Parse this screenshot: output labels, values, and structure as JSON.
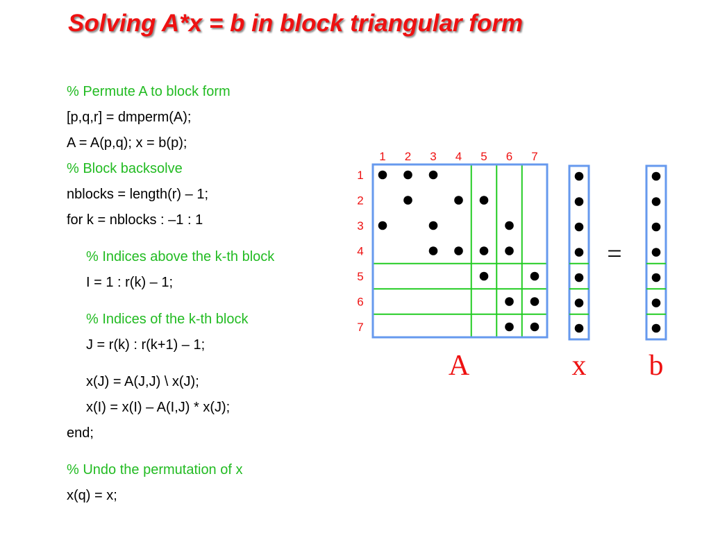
{
  "title": "Solving A*x = b in block triangular form",
  "code": {
    "lines": [
      {
        "text": "% Permute A to block form",
        "comment": true,
        "indent": false,
        "gap": false
      },
      {
        "text": "[p,q,r] = dmperm(A);",
        "comment": false,
        "indent": false,
        "gap": false
      },
      {
        "text": "A = A(p,q);   x = b(p);",
        "comment": false,
        "indent": false,
        "gap": false
      },
      {
        "text": "% Block backsolve",
        "comment": true,
        "indent": false,
        "gap": false
      },
      {
        "text": "nblocks = length(r) – 1;",
        "comment": false,
        "indent": false,
        "gap": false
      },
      {
        "text": "for k = nblocks : –1 : 1",
        "comment": false,
        "indent": false,
        "gap": false
      },
      {
        "text": "% Indices above the k-th block",
        "comment": true,
        "indent": true,
        "gap": true
      },
      {
        "text": "I = 1 : r(k) – 1;",
        "comment": false,
        "indent": true,
        "gap": false
      },
      {
        "text": "% Indices of the k-th block",
        "comment": true,
        "indent": true,
        "gap": true
      },
      {
        "text": "J = r(k) : r(k+1) – 1;",
        "comment": false,
        "indent": true,
        "gap": false
      },
      {
        "text": "x(J) = A(J,J) \\ x(J);",
        "comment": false,
        "indent": true,
        "gap": true
      },
      {
        "text": "x(I) = x(I) – A(I,J) * x(J);",
        "comment": false,
        "indent": true,
        "gap": false
      },
      {
        "text": "end;",
        "comment": false,
        "indent": false,
        "gap": false
      },
      {
        "text": "% Undo the permutation of x",
        "comment": true,
        "indent": false,
        "gap": true
      },
      {
        "text": "x(q) = x;",
        "comment": false,
        "indent": false,
        "gap": false
      }
    ]
  },
  "matrix": {
    "n": 7,
    "col_labels": [
      "1",
      "2",
      "3",
      "4",
      "5",
      "6",
      "7"
    ],
    "row_labels": [
      "1",
      "2",
      "3",
      "4",
      "5",
      "6",
      "7"
    ],
    "nonzeros": [
      [
        1,
        1
      ],
      [
        1,
        2
      ],
      [
        1,
        3
      ],
      [
        2,
        2
      ],
      [
        2,
        4
      ],
      [
        2,
        5
      ],
      [
        3,
        1
      ],
      [
        3,
        3
      ],
      [
        3,
        6
      ],
      [
        4,
        3
      ],
      [
        4,
        4
      ],
      [
        4,
        5
      ],
      [
        4,
        6
      ],
      [
        5,
        5
      ],
      [
        5,
        7
      ],
      [
        6,
        6
      ],
      [
        6,
        7
      ],
      [
        7,
        6
      ],
      [
        7,
        7
      ]
    ],
    "block_boundaries": [
      4,
      5,
      6
    ],
    "label": "A"
  },
  "x_vector": {
    "label": "x",
    "length": 7
  },
  "b_vector": {
    "label": "b",
    "length": 7
  },
  "equals": "=",
  "colors": {
    "title": "#ee1111",
    "comment": "#22bb22",
    "index_labels": "#ee1111",
    "matrix_border": "#6699ee",
    "block_lines": "#22cc22",
    "dots": "#000000",
    "var_labels": "#ee1111"
  }
}
